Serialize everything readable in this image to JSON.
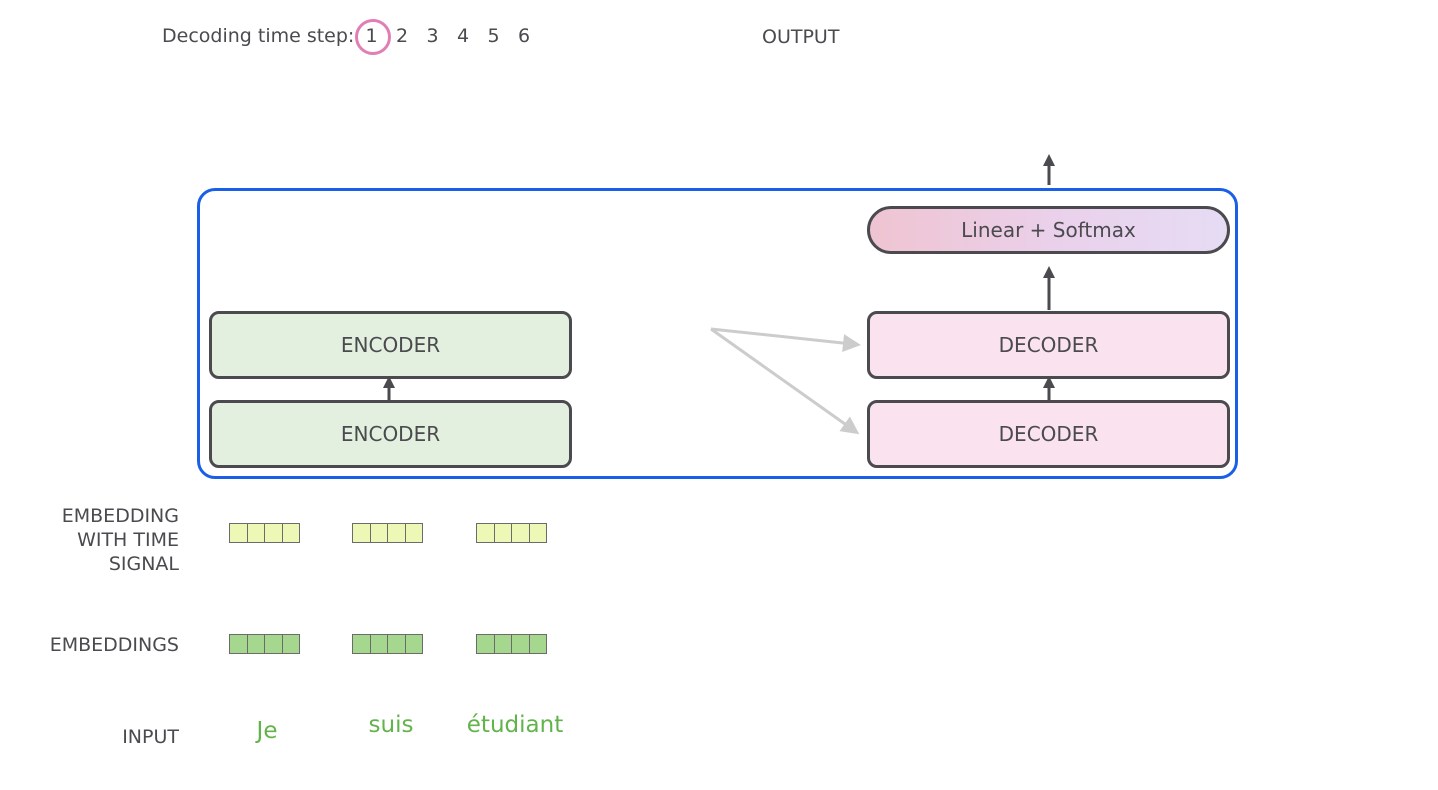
{
  "header": {
    "timestep_label": "Decoding time step:",
    "steps": [
      "1",
      "2",
      "3",
      "4",
      "5",
      "6"
    ],
    "current_step": "1",
    "output_label": "OUTPUT"
  },
  "model": {
    "encoders": [
      "ENCODER",
      "ENCODER"
    ],
    "decoders": [
      "DECODER",
      "DECODER"
    ],
    "linear_softmax": "Linear + Softmax"
  },
  "rows": {
    "embedding_with_time_signal": "EMBEDDING WITH TIME SIGNAL",
    "embeddings": "EMBEDDINGS",
    "input": "INPUT"
  },
  "input_words": [
    "Je",
    "suis",
    "étudiant"
  ],
  "colors": {
    "frame": "#1a5fe6",
    "encoder_fill": "#e3f0df",
    "decoder_fill": "#fae3ee",
    "linear_gradient_start": "#efc4d1",
    "linear_gradient_end": "#e6dcf4",
    "embedding_fill": "#a6d78f",
    "time_signal_fill": "#eef8b6",
    "input_word": "#62b44a",
    "current_step_ring": "#e07fb6",
    "block_border": "#4a4a4f",
    "connector": "#cccccc"
  },
  "embedding_cells_per_vector": 4
}
